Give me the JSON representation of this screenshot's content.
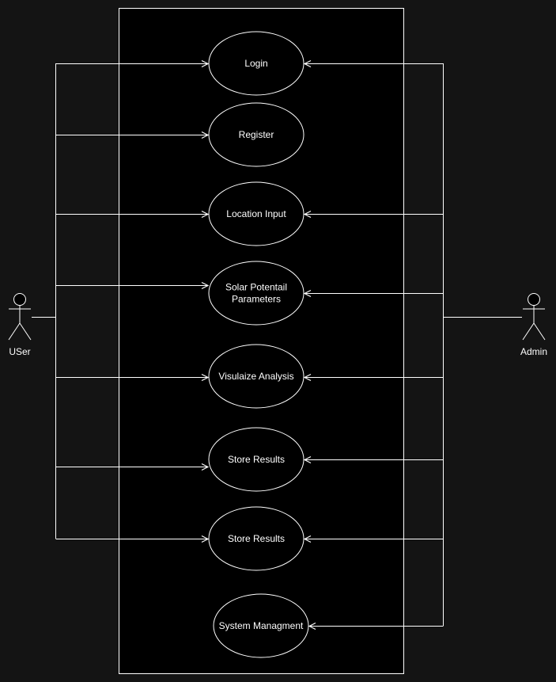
{
  "diagram": {
    "actors": {
      "user": {
        "label": "USer"
      },
      "admin": {
        "label": "Admin"
      }
    },
    "use_cases": [
      {
        "id": "login",
        "lines": [
          "Login"
        ]
      },
      {
        "id": "register",
        "lines": [
          "Register"
        ]
      },
      {
        "id": "location-input",
        "lines": [
          "Location Input"
        ]
      },
      {
        "id": "solar-potential-parameters",
        "lines": [
          "Solar Potentail",
          "Parameters"
        ]
      },
      {
        "id": "visualize-analysis",
        "lines": [
          "Visulaize Analysis"
        ]
      },
      {
        "id": "store-results-1",
        "lines": [
          "Store Results"
        ]
      },
      {
        "id": "store-results-2",
        "lines": [
          "Store Results"
        ]
      },
      {
        "id": "system-management",
        "lines": [
          "System Managment"
        ]
      }
    ],
    "user_links": [
      "login",
      "register",
      "location-input",
      "solar-potential-parameters",
      "visualize-analysis",
      "store-results-1",
      "store-results-2"
    ],
    "admin_links": [
      "login",
      "location-input",
      "solar-potential-parameters",
      "visualize-analysis",
      "store-results-1",
      "store-results-2",
      "system-management"
    ],
    "colors": {
      "background": "#141414",
      "boundary_fill": "#000000",
      "stroke": "#ffffff",
      "text": "#ffffff"
    }
  }
}
